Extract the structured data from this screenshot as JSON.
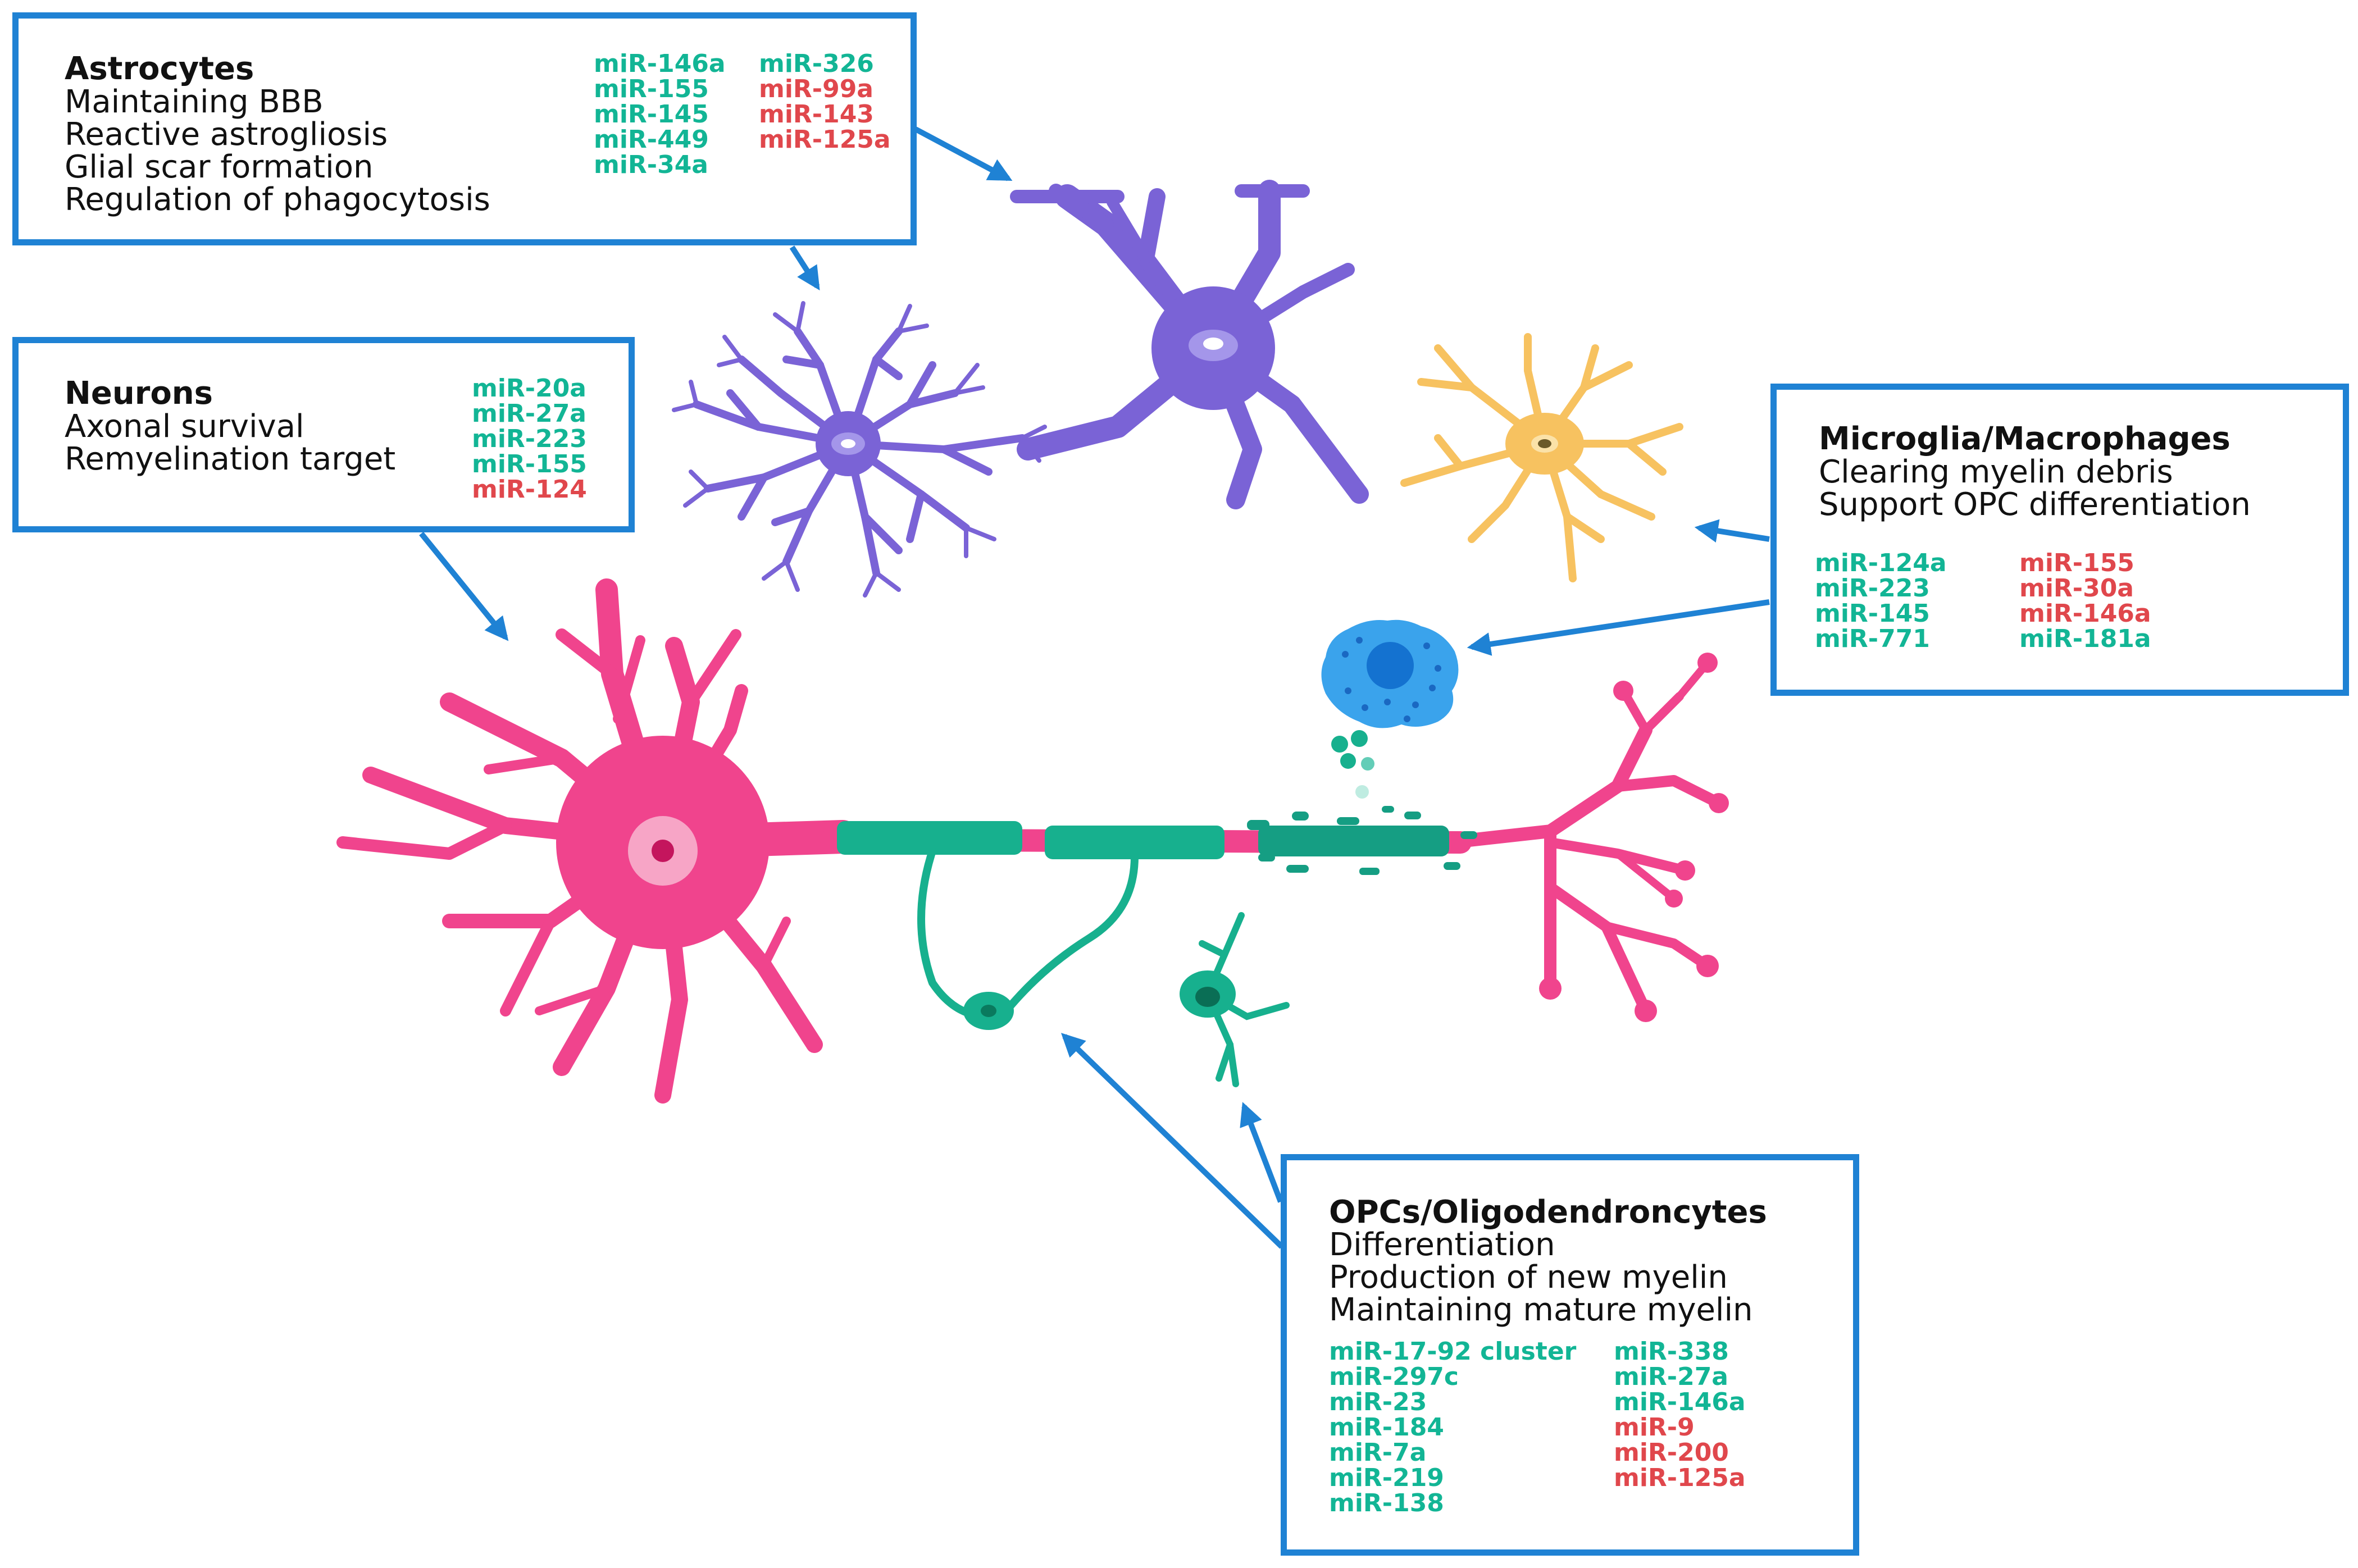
{
  "colors": {
    "up": "#12b595",
    "down": "#e0474c",
    "arrow": "#1f82d4",
    "neuron": "#f0448d",
    "astrocyte": "#7a63d6",
    "microglia": "#f7c260",
    "macrophage": "#3aa3ec",
    "myelin": "#17b08e"
  },
  "astrocytes": {
    "title": "Astrocytes",
    "functions": [
      "Maintaining BBB",
      "Reactive astrogliosis",
      "Glial scar formation",
      "Regulation of phagocytosis"
    ],
    "mirs_col1": [
      {
        "name": "miR-146a",
        "color": "up"
      },
      {
        "name": "miR-155",
        "color": "up"
      },
      {
        "name": "miR-145",
        "color": "up"
      },
      {
        "name": "miR-449",
        "color": "up"
      },
      {
        "name": "miR-34a",
        "color": "up"
      }
    ],
    "mirs_col2": [
      {
        "name": "miR-326",
        "color": "up"
      },
      {
        "name": "miR-99a",
        "color": "down"
      },
      {
        "name": "miR-143",
        "color": "down"
      },
      {
        "name": "miR-125a",
        "color": "down"
      }
    ]
  },
  "neurons": {
    "title": "Neurons",
    "functions": [
      "Axonal survival",
      "Remyelination target"
    ],
    "mirs_col1": [
      {
        "name": "miR-20a",
        "color": "up"
      },
      {
        "name": "miR-27a",
        "color": "up"
      },
      {
        "name": "miR-223",
        "color": "up"
      },
      {
        "name": "miR-155",
        "color": "up"
      },
      {
        "name": "miR-124",
        "color": "down"
      }
    ]
  },
  "microglia": {
    "title": "Microglia/Macrophages",
    "functions": [
      "Clearing myelin debris",
      "Support OPC differentiation"
    ],
    "mirs_col1": [
      {
        "name": "miR-124a",
        "color": "up"
      },
      {
        "name": "miR-223",
        "color": "up"
      },
      {
        "name": "miR-145",
        "color": "up"
      },
      {
        "name": "miR-771",
        "color": "up"
      }
    ],
    "mirs_col2": [
      {
        "name": "miR-155",
        "color": "down"
      },
      {
        "name": "miR-30a",
        "color": "down"
      },
      {
        "name": "miR-146a",
        "color": "down"
      },
      {
        "name": "miR-181a",
        "color": "up"
      }
    ]
  },
  "opcs": {
    "title": "OPCs/Oligodendroncytes",
    "functions": [
      "Differentiation",
      "Production of new myelin",
      "Maintaining mature myelin"
    ],
    "mirs_col1": [
      {
        "name": "miR-17-92 cluster",
        "color": "up"
      },
      {
        "name": "miR-297c",
        "color": "up"
      },
      {
        "name": "miR-23",
        "color": "up"
      },
      {
        "name": "miR-184",
        "color": "up"
      },
      {
        "name": "miR-7a",
        "color": "up"
      },
      {
        "name": "miR-219",
        "color": "up"
      },
      {
        "name": "miR-138",
        "color": "up"
      }
    ],
    "mirs_col2": [
      {
        "name": "miR-338",
        "color": "up"
      },
      {
        "name": "miR-27a",
        "color": "up"
      },
      {
        "name": "miR-146a",
        "color": "up"
      },
      {
        "name": "miR-9",
        "color": "down"
      },
      {
        "name": "miR-200",
        "color": "down"
      },
      {
        "name": "miR-125a",
        "color": "down"
      }
    ]
  }
}
